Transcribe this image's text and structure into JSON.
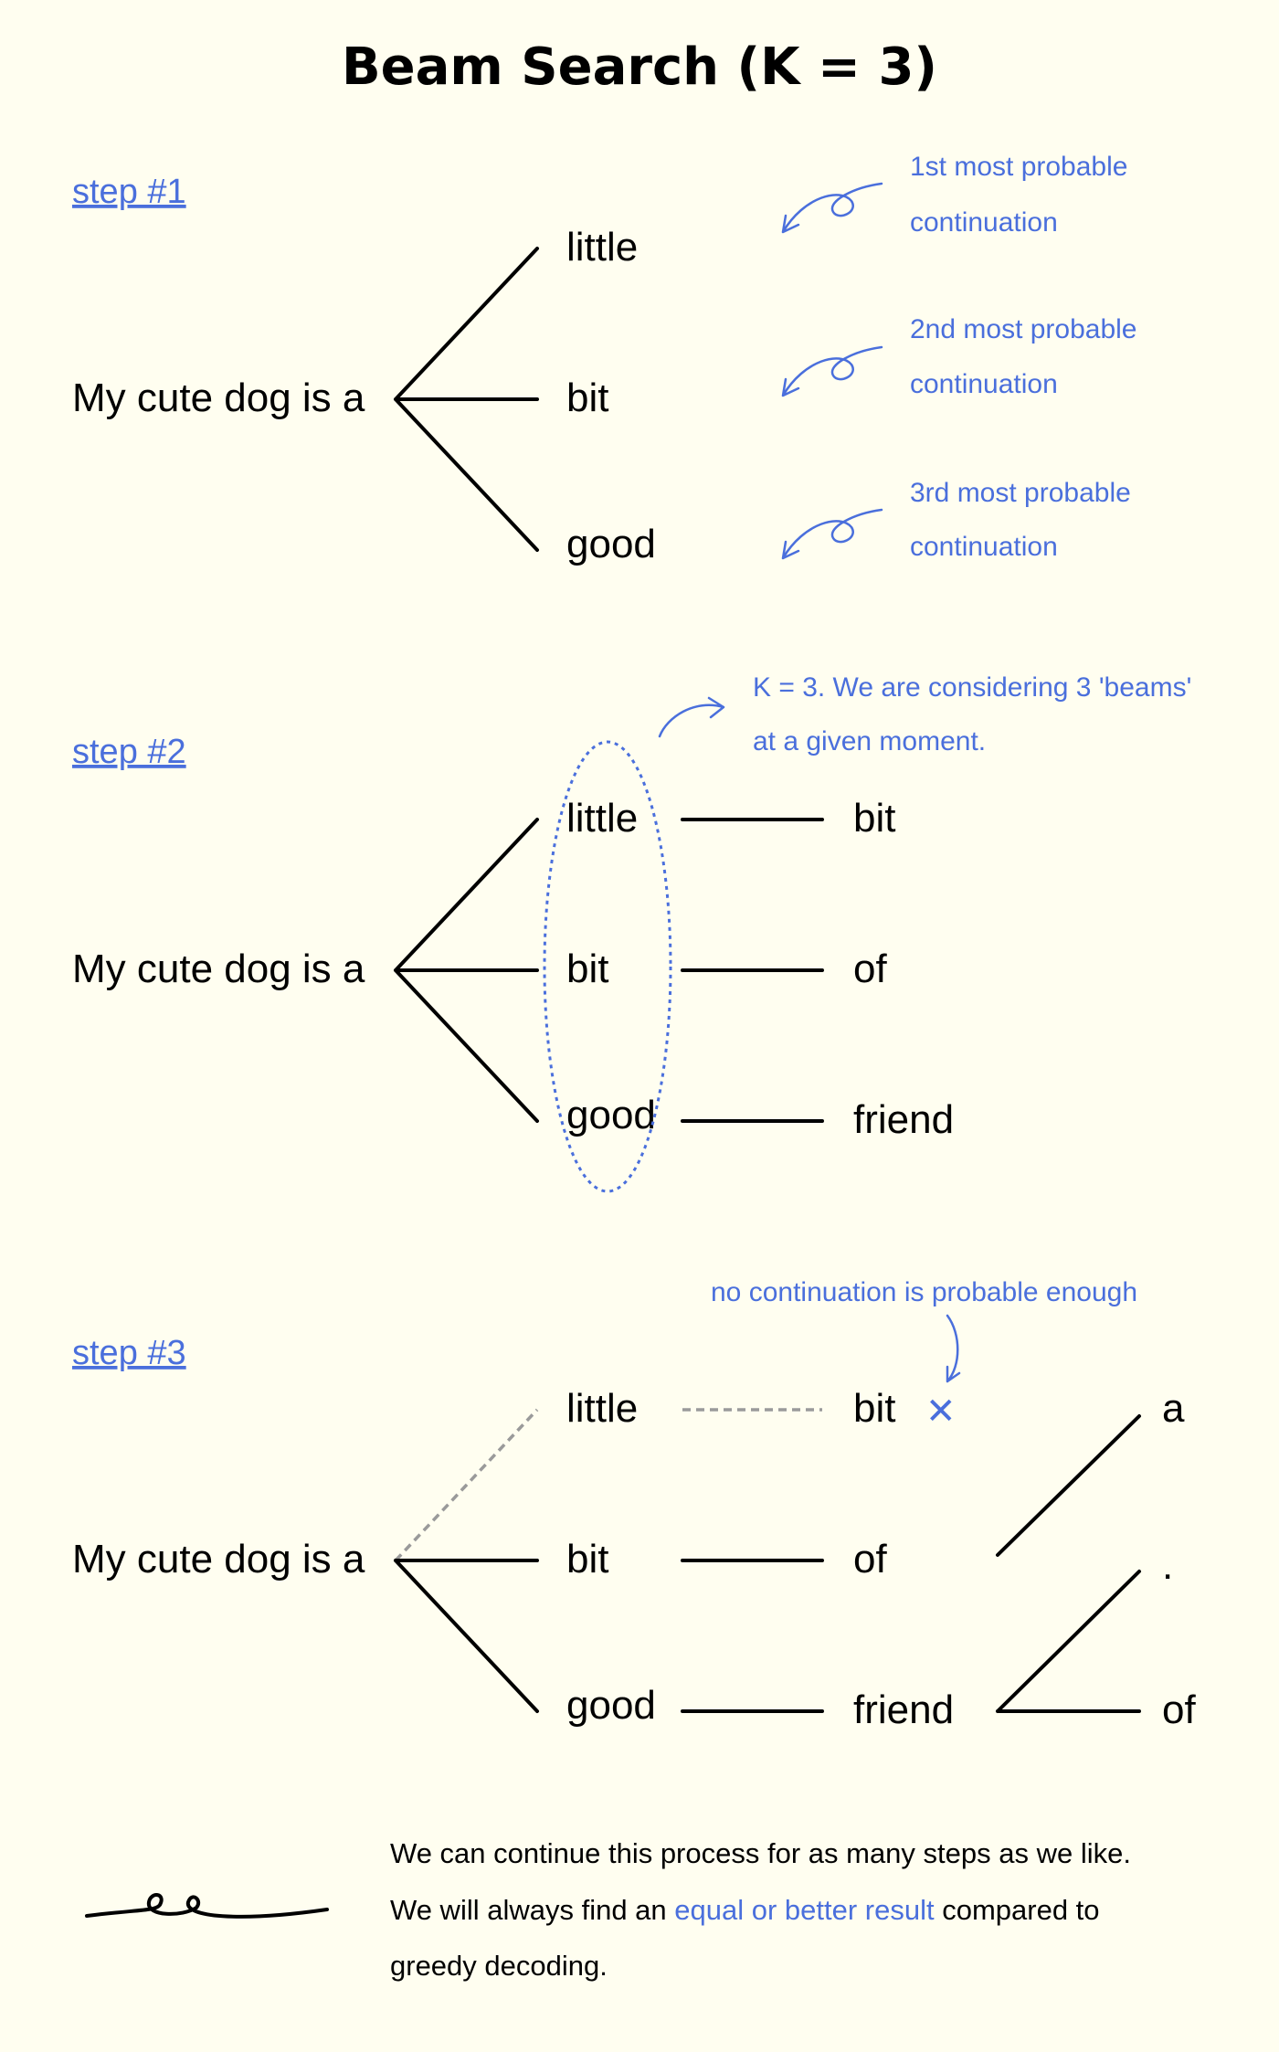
{
  "title": "Beam Search (K = 3)",
  "colors": {
    "background": "#fffef0",
    "accent": "#4a6fdc",
    "line": "#000000",
    "pruned": "#9a9a9a"
  },
  "step1": {
    "label": "step #1",
    "root": "My cute dog is a",
    "words": [
      "little",
      "bit",
      "good"
    ],
    "notes": [
      [
        "1st most probable",
        "continuation"
      ],
      [
        "2nd most probable",
        "continuation"
      ],
      [
        "3rd most probable",
        "continuation"
      ]
    ]
  },
  "step2": {
    "label": "step #2",
    "root": "My cute dog is a",
    "words": [
      "little",
      "bit",
      "good"
    ],
    "next": [
      "bit",
      "of",
      "friend"
    ],
    "note": [
      "K = 3. We are considering 3 'beams'",
      "at a given moment."
    ]
  },
  "step3": {
    "label": "step #3",
    "root": "My cute dog is a",
    "words": [
      "little",
      "bit",
      "good"
    ],
    "next": [
      "bit",
      "of",
      "friend"
    ],
    "third": [
      "a",
      ".",
      "of"
    ],
    "note": "no continuation is probable enough",
    "pruned_mark": "✕"
  },
  "footer": {
    "line1": "We can continue this process for as many steps as we like.",
    "line2_a": "We will always find an ",
    "line2_hl": "equal or better result",
    "line2_b": " compared to",
    "line3": "greedy decoding."
  }
}
